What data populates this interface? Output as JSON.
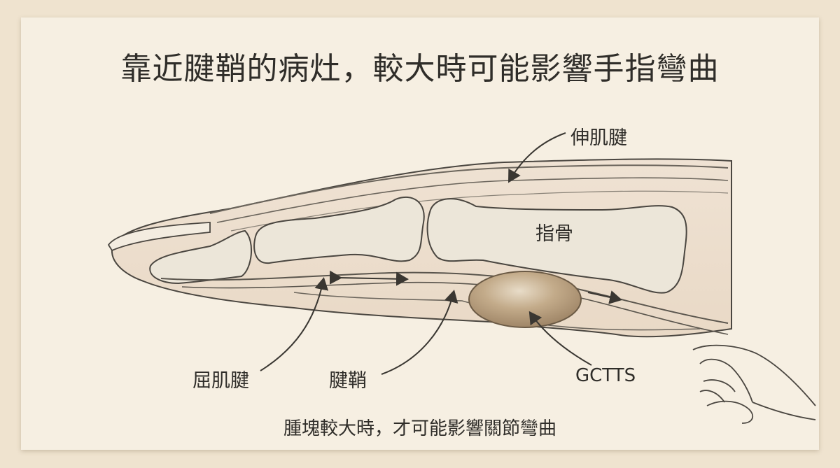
{
  "title": "靠近腱鞘的病灶，較大時可能影響手指彎曲",
  "labels": {
    "extensor_tendon": "伸肌腱",
    "phalanx": "指骨",
    "flexor_tendon": "屈肌腱",
    "tendon_sheath": "腱鞘",
    "lesion": "GCTTS"
  },
  "caption": "腫塊較大時，才可能影響關節彎曲",
  "colors": {
    "paper": "#f6efe2",
    "background": "#efe3cf",
    "ink": "#2f2d29",
    "lesion": "#b59c7c",
    "bone": "#ece6d9"
  },
  "icons": [
    "double-arrow-icon",
    "flow-arrow-icon",
    "pointing-hand-icon"
  ]
}
